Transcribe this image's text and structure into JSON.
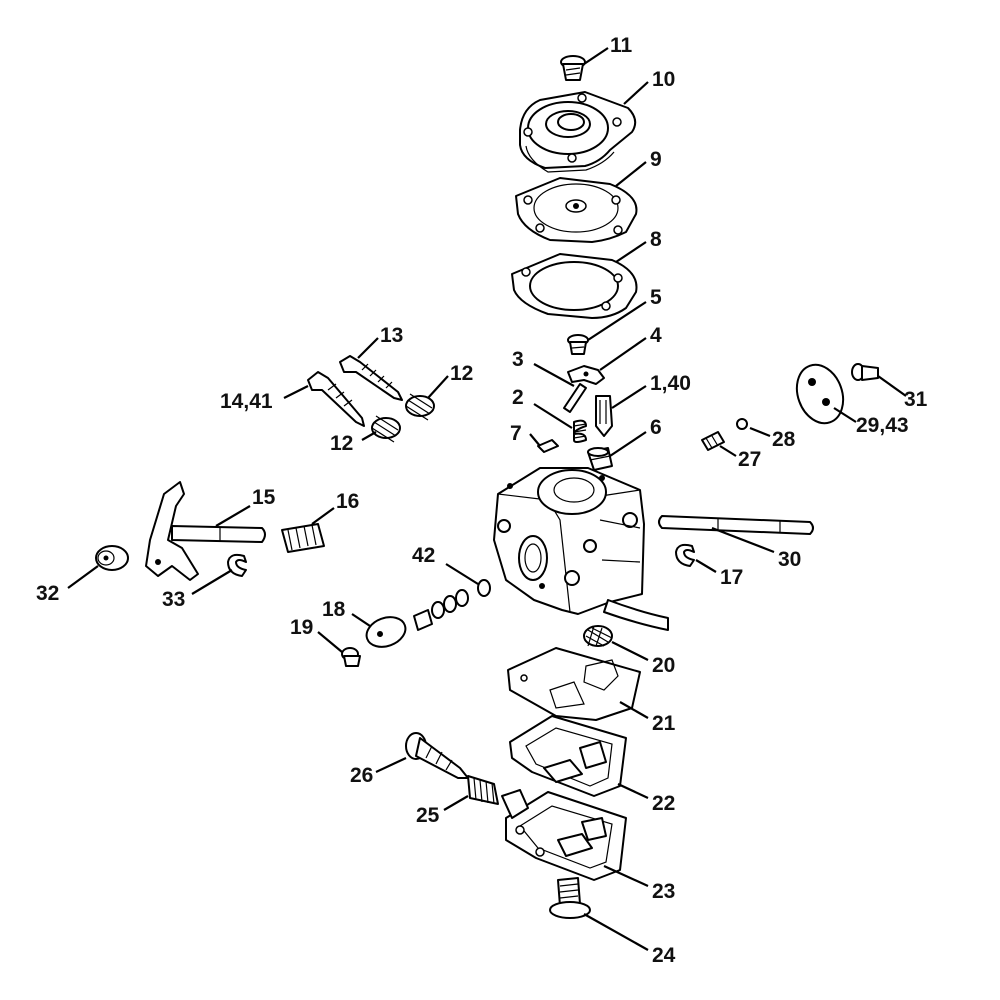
{
  "diagram": {
    "labels": [
      {
        "id": "p11",
        "text": "11"
      },
      {
        "id": "p10",
        "text": "10"
      },
      {
        "id": "p9",
        "text": "9"
      },
      {
        "id": "p8",
        "text": "8"
      },
      {
        "id": "p5",
        "text": "5"
      },
      {
        "id": "p4",
        "text": "4"
      },
      {
        "id": "p3",
        "text": "3"
      },
      {
        "id": "p1_40",
        "text": "1,40"
      },
      {
        "id": "p2",
        "text": "2"
      },
      {
        "id": "p7",
        "text": "7"
      },
      {
        "id": "p6",
        "text": "6"
      },
      {
        "id": "p13",
        "text": "13"
      },
      {
        "id": "p12a",
        "text": "12"
      },
      {
        "id": "p14_41",
        "text": "14,41"
      },
      {
        "id": "p12b",
        "text": "12"
      },
      {
        "id": "p31",
        "text": "31"
      },
      {
        "id": "p29_43",
        "text": "29,43"
      },
      {
        "id": "p28",
        "text": "28"
      },
      {
        "id": "p27",
        "text": "27"
      },
      {
        "id": "p15",
        "text": "15"
      },
      {
        "id": "p16",
        "text": "16"
      },
      {
        "id": "p32",
        "text": "32"
      },
      {
        "id": "p33",
        "text": "33"
      },
      {
        "id": "p42",
        "text": "42"
      },
      {
        "id": "p18",
        "text": "18"
      },
      {
        "id": "p19",
        "text": "19"
      },
      {
        "id": "p30",
        "text": "30"
      },
      {
        "id": "p17",
        "text": "17"
      },
      {
        "id": "p20",
        "text": "20"
      },
      {
        "id": "p21",
        "text": "21"
      },
      {
        "id": "p26",
        "text": "26"
      },
      {
        "id": "p25",
        "text": "25"
      },
      {
        "id": "p22",
        "text": "22"
      },
      {
        "id": "p23",
        "text": "23"
      },
      {
        "id": "p24",
        "text": "24"
      }
    ]
  }
}
